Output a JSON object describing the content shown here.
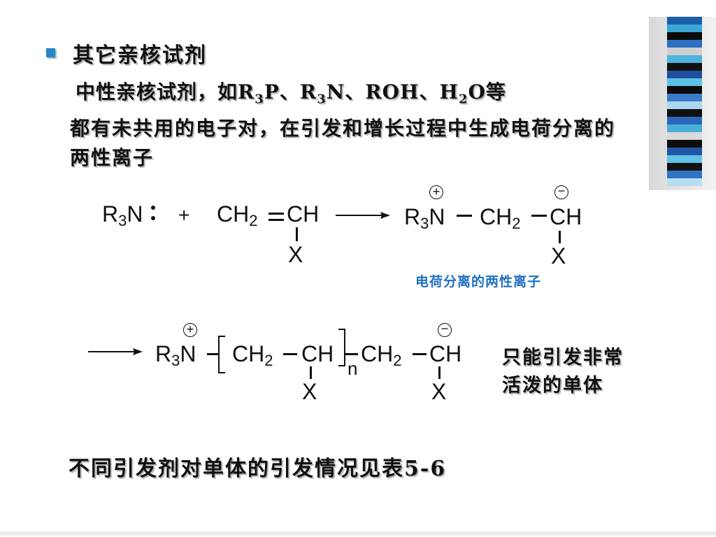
{
  "heading": "其它亲核试剂",
  "line1": {
    "prefix": "中性亲核试剂，如",
    "items": [
      {
        "base": "R",
        "sub": "3",
        "rest": "P"
      },
      {
        "sep": "、"
      },
      {
        "base": "R",
        "sub": "3",
        "rest": "N"
      },
      {
        "sep": "、"
      },
      {
        "base": "ROH",
        "sub": "",
        "rest": ""
      },
      {
        "sep": "、"
      },
      {
        "base": "H",
        "sub": "2",
        "rest": "O"
      }
    ],
    "suffix": "等"
  },
  "paragraph": "都有未共用的电子对，在引发和增长过程中生成电荷分离的两性离子",
  "reaction1": {
    "r3n": "R",
    "r3n_sub": "3",
    "r3n_n": "N",
    "lone_pair": ":",
    "plus": "+",
    "ch2": "CH",
    "ch2_sub": "2",
    "double_bond": "=",
    "ch": "CH",
    "x": "X",
    "product_r3n": "R",
    "product_sub": "3",
    "product_n": "N",
    "product_ch2": "CH",
    "product_ch2_sub": "2",
    "product_ch": "CH",
    "product_x": "X",
    "plus_charge": "+",
    "minus_charge": "−",
    "label": "电荷分离的两性离子"
  },
  "reaction2": {
    "r3n": "R",
    "r3n_sub": "3",
    "r3n_n": "N",
    "ch2a": "CH",
    "ch2a_sub": "2",
    "cha": "CH",
    "xa": "X",
    "n": "n",
    "ch2b": "CH",
    "ch2b_sub": "2",
    "chb": "CH",
    "xb": "X",
    "plus_charge": "+",
    "minus_charge": "−"
  },
  "note": [
    "只能引发非常",
    "活泼的单体"
  ],
  "footer": "不同引发剂对单体的引发情况见表5-6",
  "decor": {
    "bullet_color": "#2b86c9",
    "stripe_colors": [
      "#1b5fa8",
      "#3aa7d6",
      "#0b0b0b",
      "#2d6fc0",
      "#d0d0d0",
      "#4fb3e0",
      "#111111",
      "#1d4f9c",
      "#5cc0e6",
      "#0a0a0a",
      "#3b79c9",
      "#a9d8ee",
      "#101010",
      "#2a68b9",
      "#49aed9",
      "#dadada",
      "#0d0d0d",
      "#1e57a6",
      "#62c2e8",
      "#121212",
      "#3372c4",
      "#b5dff1"
    ]
  }
}
